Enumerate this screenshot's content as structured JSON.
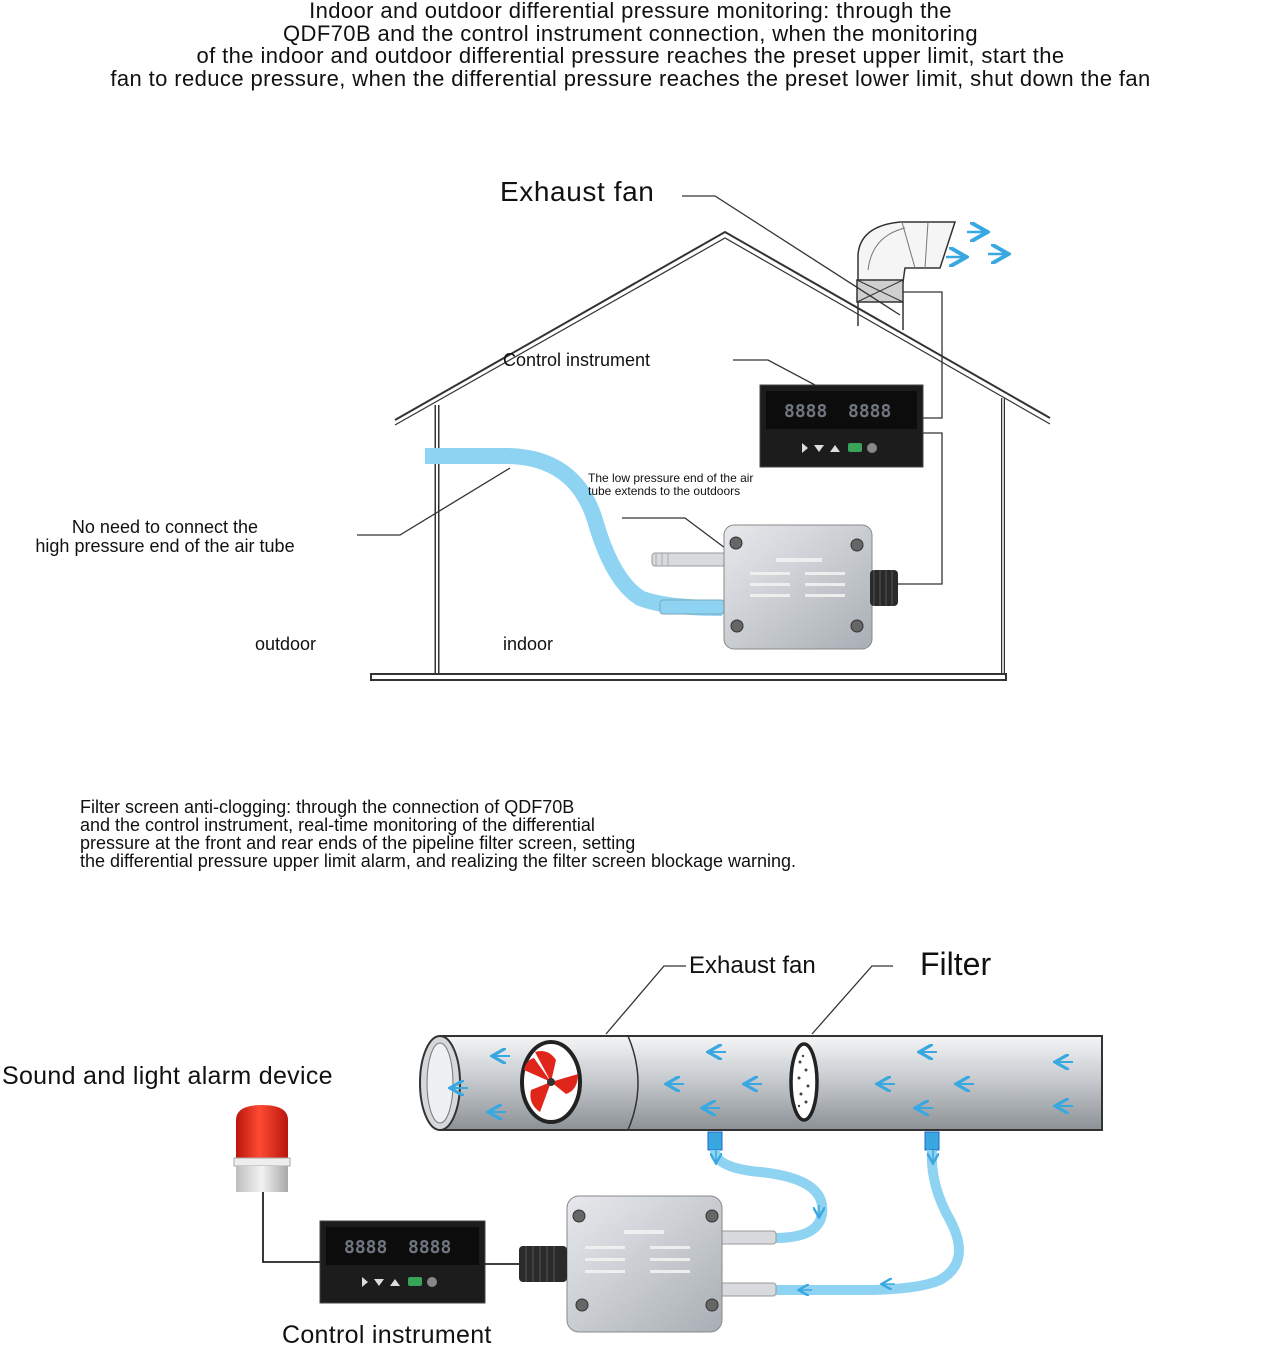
{
  "scene1": {
    "caption": "Indoor and outdoor differential pressure monitoring: through the\nQDF70B and the control instrument connection, when the monitoring\nof the indoor and outdoor differential pressure reaches the preset upper limit, start the\nfan to reduce pressure, when the differential pressure reaches the preset lower limit, shut down the fan",
    "label_exhaust_fan": "Exhaust fan",
    "label_control_instrument": "Control instrument",
    "label_low_pressure_end": "The low pressure end of the air\ntube extends to the outdoors",
    "label_no_connect": "No need to connect the\nhigh pressure end of the air tube",
    "label_outdoor": "outdoor",
    "label_indoor": "indoor",
    "display_left": "8888",
    "display_right": "8888"
  },
  "scene2": {
    "caption": "Filter screen anti-clogging: through the connection of QDF70B\nand the control instrument, real-time monitoring of the differential\npressure at the front and rear ends of the pipeline filter screen, setting\nthe differential pressure upper limit alarm, and realizing the filter screen blockage warning.",
    "label_exhaust_fan": "Exhaust fan",
    "label_filter": "Filter",
    "label_alarm": "Sound and light alarm device",
    "label_control_instrument": "Control instrument",
    "display_left": "8888",
    "display_right": "8888"
  },
  "colors": {
    "tube": "#8fd3f2",
    "arrow": "#3aa8e0",
    "line": "#222222",
    "alarm_red": "#e0261a"
  }
}
